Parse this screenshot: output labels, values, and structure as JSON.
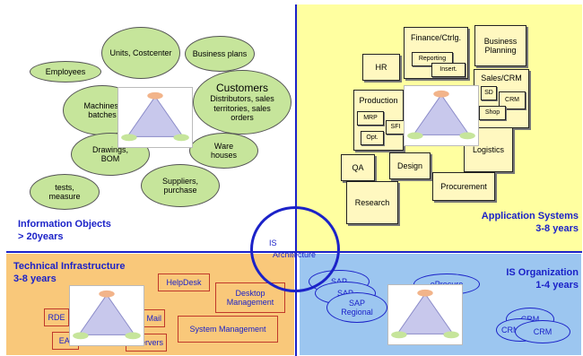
{
  "quadrants": {
    "information_objects": {
      "title": "Information Objects",
      "years": "> 20years"
    },
    "application_systems": {
      "title": "Application Systems",
      "years": "3-8 years"
    },
    "technical_infrastructure": {
      "title": "Technical Infrastructure",
      "years": "3-8 years"
    },
    "is_organization": {
      "title": "IS Organization",
      "years": "1-4 years"
    }
  },
  "center": {
    "line1": "IS",
    "line2": "Architecture"
  },
  "information_objects": {
    "units": "Units, Costcenter",
    "business_plans": "Business plans",
    "employees": "Employees",
    "customers_title": "Customers",
    "customers_sub": "Distributors, sales territories, sales orders",
    "machines": "Machines, batches",
    "drawings": "Drawings, BOM",
    "warehouses": "Ware houses",
    "tests": "tests, measure",
    "suppliers": "Suppliers, purchase"
  },
  "application_systems": {
    "finance": "Finance/Ctrlg.",
    "reporting": "Reporting",
    "insert": "Insert.",
    "business_planning": "Business Planning",
    "hr": "HR",
    "sales_crm": "Sales/CRM",
    "sd": "SD",
    "crm": "CRM",
    "shop": "Shop",
    "production": "Production",
    "mrp": "MRP",
    "sfi": "SFI",
    "opt": "Opt.",
    "logistics": "Logistics",
    "qa": "QA",
    "design": "Design",
    "procurement": "Procurement",
    "research": "Research"
  },
  "technical_infrastructure": {
    "helpdesk": "HelpDesk",
    "desktop_mgmt": "Desktop Management",
    "rde": "RDE",
    "mail": "Mail",
    "system_mgmt": "System Management",
    "eai": "EAI",
    "servers": "Servers"
  },
  "is_organization": {
    "sap1": "SAP",
    "sap2": "SAP",
    "sap_regional": "SAP Regional",
    "eprocure": "eProcure",
    "crm1": "CRM",
    "crm2": "CRM",
    "crm3": "CRM"
  }
}
